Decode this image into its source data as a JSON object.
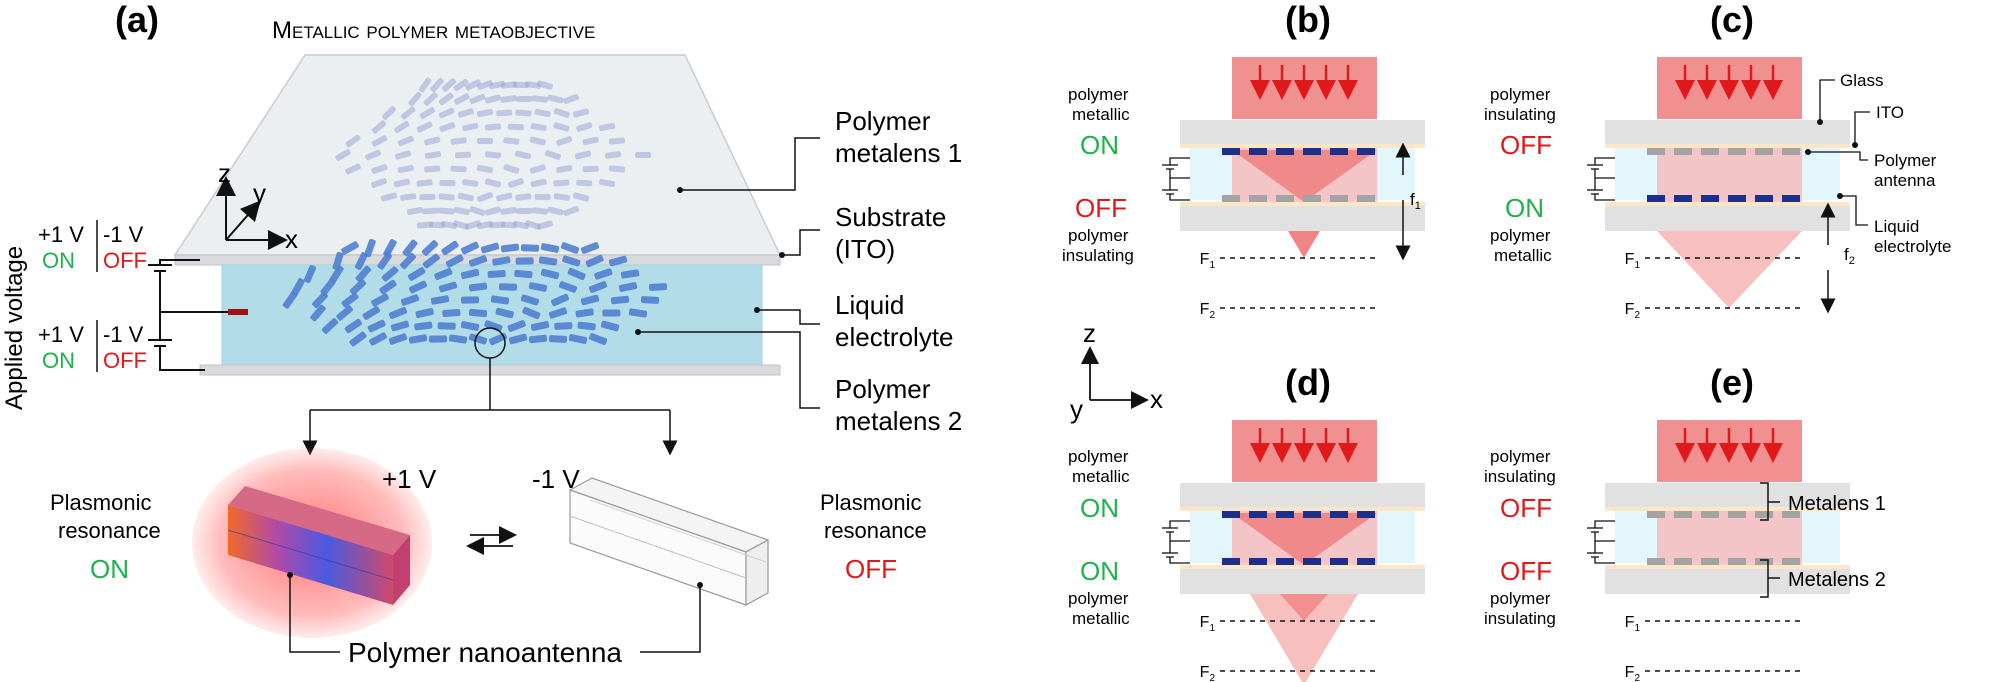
{
  "panels": {
    "a": "(a)",
    "b": "(b)",
    "c": "(c)",
    "d": "(d)",
    "e": "(e)"
  },
  "panel_a": {
    "title": "Metallic polymer metaobjective",
    "axis": {
      "z": "z",
      "y": "y",
      "x": "x"
    },
    "applied_voltage": "Applied voltage",
    "voltage_top": {
      "plus": "+1 V",
      "minus": "-1 V",
      "on": "ON",
      "off": "OFF"
    },
    "voltage_bottom": {
      "plus": "+1 V",
      "minus": "-1 V",
      "on": "ON",
      "off": "OFF"
    },
    "callouts": {
      "metalens1_line1": "Polymer",
      "metalens1_line2": "metalens 1",
      "substrate_line1": "Substrate",
      "substrate_line2": "(ITO)",
      "electrolyte_line1": "Liquid",
      "electrolyte_line2": "electrolyte",
      "metalens2_line1": "Polymer",
      "metalens2_line2": "metalens 2"
    },
    "plus_v": "+1 V",
    "minus_v": "-1 V",
    "plasmonic_on": {
      "line1": "Plasmonic",
      "line2": "resonance",
      "state": "ON"
    },
    "plasmonic_off": {
      "line1": "Plasmonic",
      "line2": "resonance",
      "state": "OFF"
    },
    "nanoantenna": "Polymer nanoantenna"
  },
  "panel_b": {
    "top_state_line1": "polymer",
    "top_state_line2": "metallic",
    "top_state": "ON",
    "bottom_state": "OFF",
    "bottom_state_line1": "polymer",
    "bottom_state_line2": "insulating",
    "focal": "f",
    "focal_sub": "1"
  },
  "panel_c": {
    "top_state_line1": "polymer",
    "top_state_line2": "insulating",
    "top_state": "OFF",
    "bottom_state": "ON",
    "bottom_state_line1": "polymer",
    "bottom_state_line2": "metallic",
    "focal": "f",
    "focal_sub": "2",
    "labels": {
      "glass": "Glass",
      "ito": "ITO",
      "antenna_line1": "Polymer",
      "antenna_line2": "antenna",
      "electrolyte_line1": "Liquid",
      "electrolyte_line2": "electrolyte"
    }
  },
  "panel_d": {
    "top_state_line1": "polymer",
    "top_state_line2": "metallic",
    "top_state": "ON",
    "bottom_state": "ON",
    "bottom_state_line1": "polymer",
    "bottom_state_line2": "metallic"
  },
  "panel_e": {
    "top_state_line1": "polymer",
    "top_state_line2": "insulating",
    "top_state": "OFF",
    "bottom_state": "OFF",
    "bottom_state_line1": "polymer",
    "bottom_state_line2": "insulating",
    "labels": {
      "metalens1": "Metalens 1",
      "metalens2": "Metalens 2"
    }
  },
  "focus_labels": {
    "f1": "F",
    "f1_sub": "1",
    "f2": "F",
    "f2_sub": "2"
  },
  "axis_small": {
    "z": "z",
    "y": "y",
    "x": "x"
  },
  "colors": {
    "on": "#1db24a",
    "off": "#e0191b",
    "beam": "#ee7c7c",
    "arrow": "#e0191b",
    "metallic_antenna": "#1c2f8a",
    "insulating_antenna": "#a3a3a3",
    "electrolyte": "#e3f6fb",
    "glass": "#e1e1e1"
  }
}
